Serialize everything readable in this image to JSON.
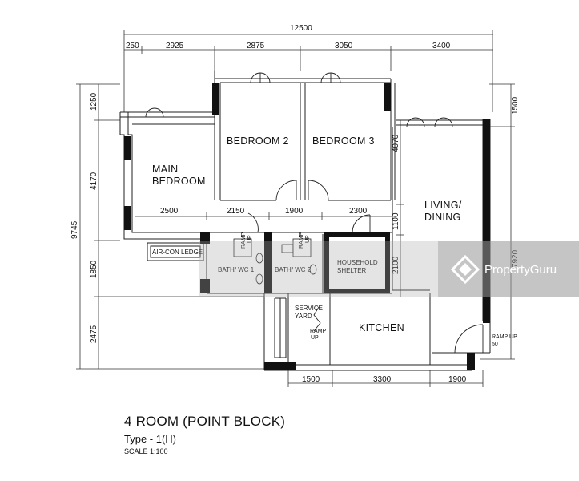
{
  "dimensions": {
    "overall_top": "12500",
    "top_segments": [
      "250",
      "2925",
      "2875",
      "3050",
      "3400"
    ],
    "left_overall": "9745",
    "left_segments": [
      "1250",
      "4170",
      "1850",
      "2475"
    ],
    "right_segments": [
      "1500",
      "7920"
    ],
    "interior_row": [
      "2500",
      "2150",
      "1900",
      "2300"
    ],
    "interior_vertical": [
      "4070",
      "1100",
      "2100"
    ],
    "bottom_segments": [
      "1500",
      "3300",
      "1900"
    ]
  },
  "rooms": {
    "bedroom2": "BEDROOM  2",
    "bedroom3": "BEDROOM  3",
    "main_line1": "MAIN",
    "main_line2": "BEDROOM",
    "living_line1": "LIVING/",
    "living_line2": "DINING",
    "aircon": "AIR-CON LEDGE",
    "bath1": "BATH/ WC  1",
    "bath2": "BATH/ WC  2",
    "shelter_line1": "HOUSEHOLD",
    "shelter_line2": "SHELTER",
    "service_line1": "SERVICE",
    "service_line2": "YARD",
    "kitchen": "KITCHEN"
  },
  "ramps": {
    "ramp": "RAMP",
    "up": "UP",
    "ramp_up": "RAMP UP",
    "fifty": "50"
  },
  "title": "4 ROOM (POINT BLOCK)",
  "subtitle": "Type - 1(H)",
  "scale": "SCALE 1:100",
  "watermark": "PropertyGuru",
  "colors": {
    "wall": "#111111",
    "line": "#222222",
    "watermark_bg": "#969696"
  }
}
